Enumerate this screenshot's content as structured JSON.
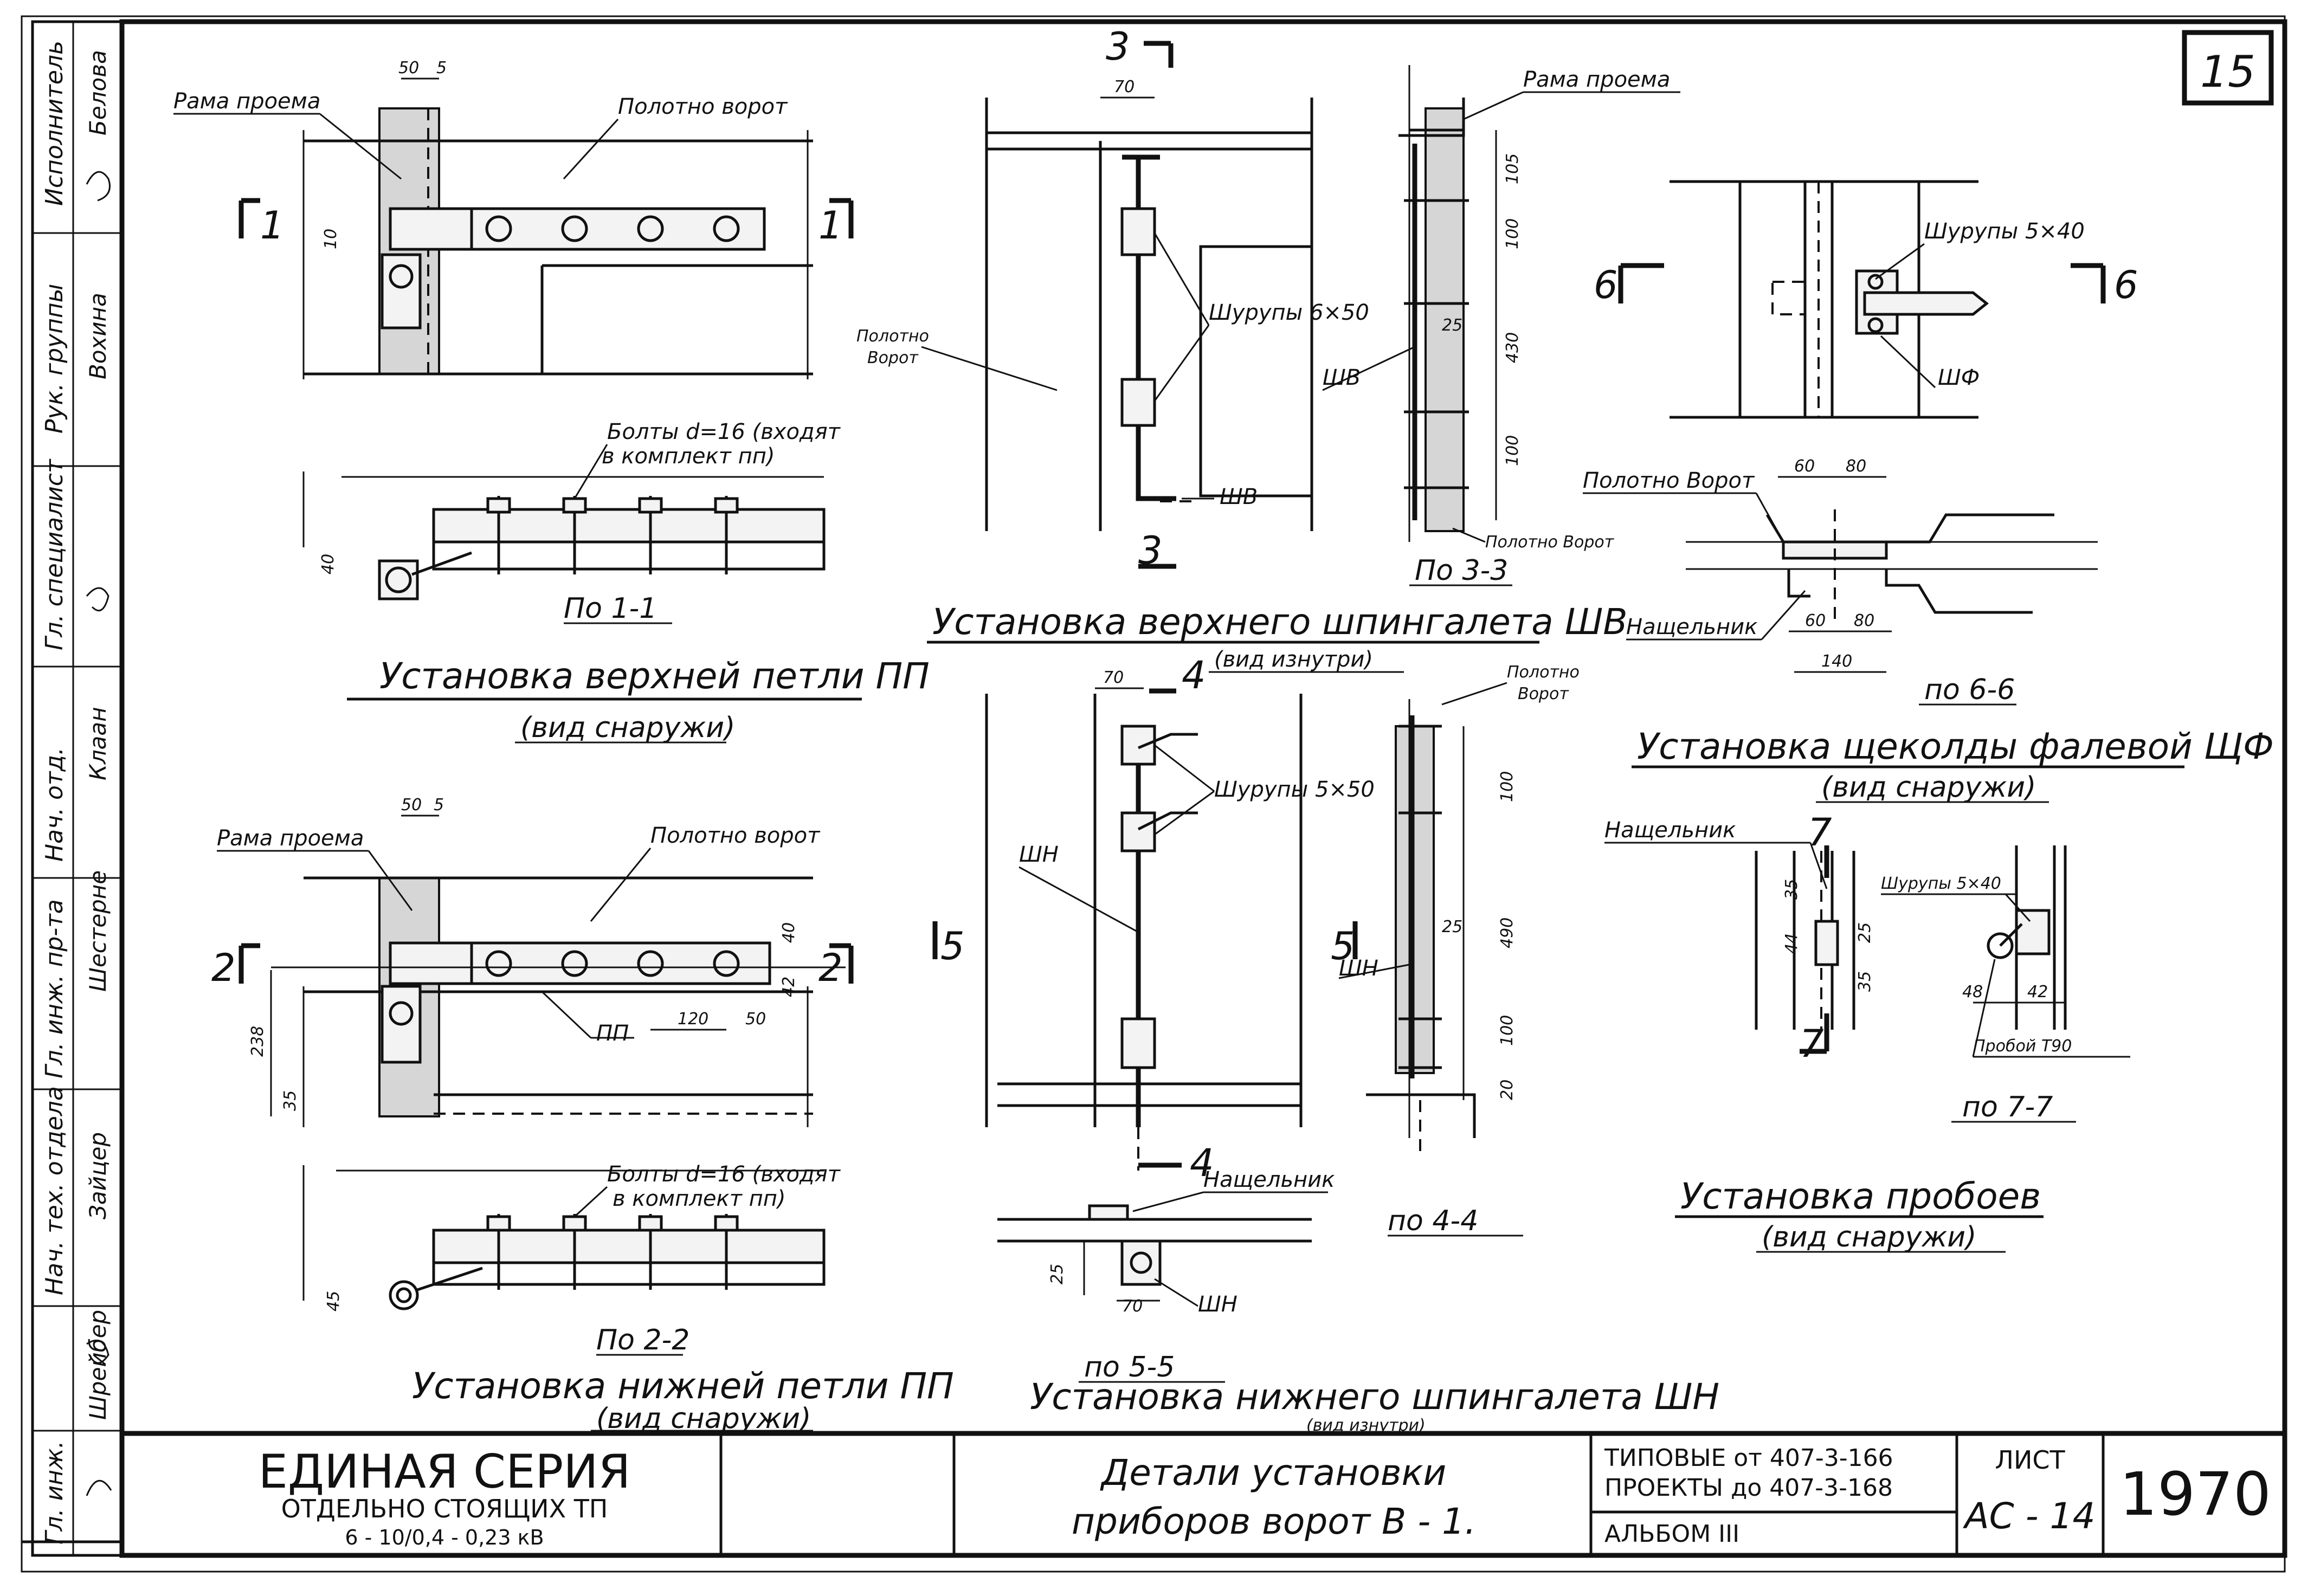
{
  "sheet_number": "15",
  "stamp_column": {
    "roles": [
      "Исполнитель",
      "Рук. группы",
      "Гл. специалист",
      "Нач. отд.",
      "Гл. инж. пр-та",
      "Нач. тех. отдела",
      "Гл. инж."
    ],
    "names": [
      "Белова",
      "Вохина",
      "Клаан",
      "Шестерне",
      "Зайцер",
      "Шрейбер"
    ]
  },
  "title_block": {
    "series_title": "ЕДИНАЯ СЕРИЯ",
    "series_subtitle": "ОТДЕЛЬНО СТОЯЩИХ ТП",
    "series_voltage": "6 - 10/0,4 - 0,23 кВ",
    "drawing_title_1": "Детали установки",
    "drawing_title_2": "приборов ворот В - 1.",
    "projects_line_1": "ТИПОВЫЕ от 407-3-166",
    "projects_line_2": "ПРОЕКТЫ до 407-3-168",
    "album": "АЛЬБОМ III",
    "list_label": "ЛИСТ",
    "list_code": "АС - 14",
    "year": "1970"
  },
  "views": {
    "upper_hinge": {
      "caption": "Установка верхней петли ПП",
      "subcaption": "(вид снаружи)",
      "section_label": "По 1-1",
      "label_frame": "Рама проема",
      "label_leaf": "Полотно ворот",
      "label_bolts_1": "Болты d=16 (входят",
      "label_bolts_2": "в комплект пп)",
      "cut_left": "1",
      "cut_right": "1",
      "dim_50": "50",
      "dim_5": "5",
      "dim_10": "10",
      "dim_40": "40"
    },
    "lower_hinge": {
      "caption": "Установка нижней петли ПП",
      "subcaption": "(вид снаружи)",
      "section_label": "По 2-2",
      "label_frame": "Рама проема",
      "label_leaf": "Полотно ворот",
      "label_pp": "ПП",
      "label_bolts_1": "Болты d=16 (входят",
      "label_bolts_2": "в комплект пп)",
      "cut_left": "2",
      "cut_right": "2",
      "dim_50": "50",
      "dim_5": "5",
      "dim_40": "40",
      "dim_42": "42",
      "dim_120": "120",
      "dim_50b": "50",
      "dim_238": "238",
      "dim_35": "35",
      "dim_45": "45"
    },
    "upper_bolt": {
      "caption": "Установка верхнего шпингалета ШВ",
      "subcaption": "(вид изнутри)",
      "section_label": "По 3-3",
      "label_leaf_1": "Полотно",
      "label_leaf_2": "Ворот",
      "label_screws": "Шурупы 6×50",
      "label_shv": "ШВ",
      "label_shv2": "ШВ",
      "label_frame": "Рама проема",
      "label_leaf_bottom": "Полотно Ворот",
      "cut_top": "3",
      "cut_bottom": "3",
      "dim_70": "70",
      "dim_25": "25",
      "dim_105": "105",
      "dim_100a": "100",
      "dim_430": "430",
      "dim_100b": "100"
    },
    "lower_bolt": {
      "caption": "Установка нижнего шпингалета ШН",
      "subcaption": "(вид изнутри)",
      "section_label_a": "по 4-4",
      "section_label_b": "по 5-5",
      "label_screws": "Шурупы 5×50",
      "label_shn": "ШН",
      "label_shn2": "ШН",
      "label_shn3": "ШН",
      "label_striker": "Нащельник",
      "label_leaf_1": "Полотно",
      "label_leaf_2": "Ворот",
      "cut_top": "4",
      "cut_bottom": "4",
      "cut_left": "5",
      "cut_right": "5",
      "dim_70a": "70",
      "dim_70b": "70",
      "dim_25": "25",
      "dim_25b": "25",
      "dim_100a": "100",
      "dim_490": "490",
      "dim_100b": "100",
      "dim_20": "20"
    },
    "latch": {
      "caption": "Установка щеколды фалевой ЩФ",
      "subcaption": "(вид снаружи)",
      "section_label": "по 6-6",
      "label_screws": "Шурупы 5×40",
      "label_shf": "ШФ",
      "label_leaf": "Полотно Ворот",
      "label_striker": "Нащельник",
      "cut_left": "6",
      "cut_right": "6",
      "dim_60a": "60",
      "dim_80a": "80",
      "dim_60b": "60",
      "dim_80b": "80",
      "dim_140": "140"
    },
    "staples": {
      "caption": "Установка пробоев",
      "subcaption": "(вид снаружи)",
      "section_label": "по 7-7",
      "label_striker": "Нащельник",
      "label_screws": "Шурупы 5×40",
      "label_staple": "Пробой Т90",
      "cut_top": "7",
      "cut_bottom": "7",
      "dim_35a": "35",
      "dim_44": "44",
      "dim_25": "25",
      "dim_35b": "35",
      "dim_48": "48",
      "dim_42": "42"
    }
  }
}
